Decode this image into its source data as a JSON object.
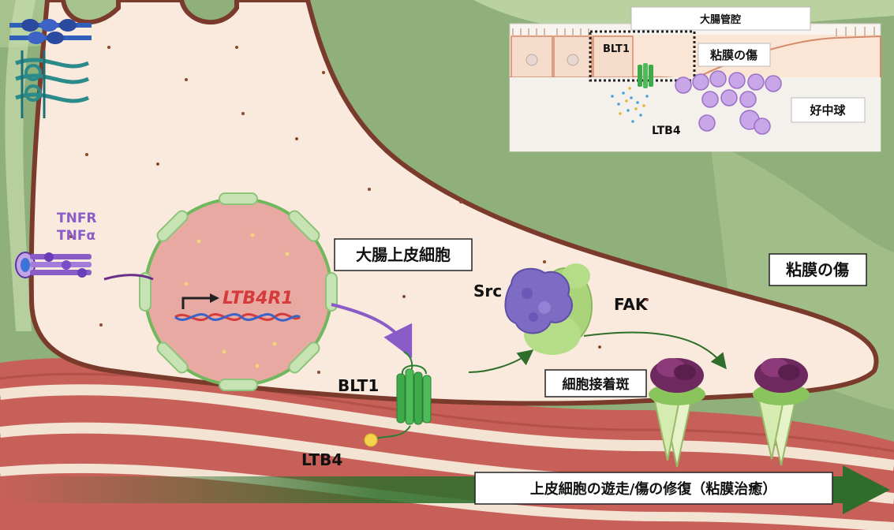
{
  "labels": {
    "lumen": "大腸管腔",
    "blt1_inset": "BLT1",
    "mucosal_wound_inset": "粘膜の傷",
    "neutrophil": "好中球",
    "ltb4_inset": "LTB4",
    "tnfr": "TNFR",
    "tnfa": "TNFα",
    "gene": "LTB4R1",
    "colon_epithelial_cell": "大腸上皮細胞",
    "src": "Src",
    "fak": "FAK",
    "mucosal_wound": "粘膜の傷",
    "blt1": "BLT1",
    "ltb4": "LTB4",
    "focal_adhesion": "細胞接着斑",
    "arrow_caption": "上皮細胞の遊走/傷の修復（粘膜治癒）"
  },
  "colors": {
    "cytoplasm": "#faeadd",
    "cell_outline": "#7a3a2c",
    "nucleus": "#e8a9a2",
    "nuclear_envelope": "#8bc47a",
    "receptor_green": "#3faa4a",
    "tnf_purple": "#8a5cc7",
    "src_purple": "#7e6cc4",
    "fak_green": "#a9d47a",
    "gene_red": "#d63b3b",
    "muscle_red": "#c8605a",
    "arrow_green": "#2f6e2a",
    "background_green": "#8fb07a"
  }
}
